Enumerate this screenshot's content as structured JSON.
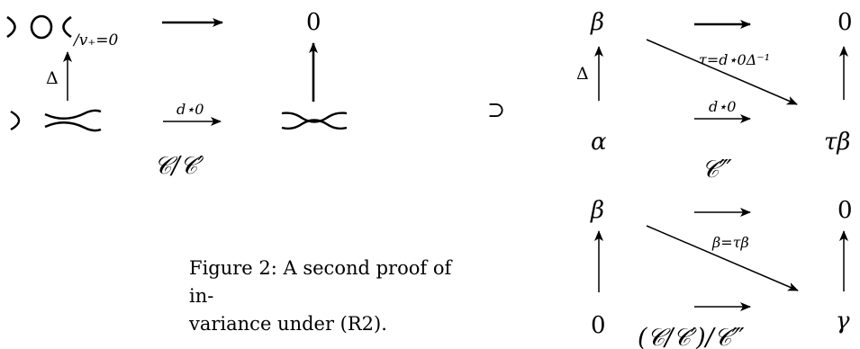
{
  "left_diagram": {
    "top_left_subscript": "/v₊=0",
    "top_right": "0",
    "delta_label": "Δ",
    "bottom_arrow_label": "d⋆0",
    "quotient_label": "𝒞/𝒞′"
  },
  "subset_symbol": "⊃",
  "right_top_diagram": {
    "top_left": "β",
    "top_right": "0",
    "bottom_left": "α",
    "bottom_right": "τβ",
    "delta_label": "Δ",
    "diagonal_label": "τ=d⋆0Δ⁻¹",
    "bottom_arrow_label": "d⋆0",
    "complex_label": "𝒞‴"
  },
  "right_bottom_diagram": {
    "top_left": "β",
    "top_right": "0",
    "bottom_left": "0",
    "bottom_right": "γ",
    "diagonal_label": "β=τβ",
    "complex_label": "(𝒞/𝒞′)/𝒞‴"
  },
  "caption": {
    "line1": "Figure 2: A second proof of in-",
    "line2": "variance under (R2)."
  }
}
